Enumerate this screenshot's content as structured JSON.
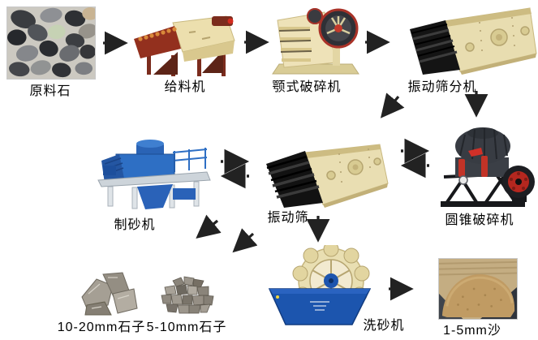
{
  "diagram": {
    "type": "process-flow",
    "subject": "sand and stone crushing production line",
    "background": "#ffffff",
    "nodes": [
      {
        "id": "raw-stone",
        "label": "原料石",
        "image": "pebble-pile-photo"
      },
      {
        "id": "feeder",
        "label": "给料机",
        "image": "vibrating-feeder-machine"
      },
      {
        "id": "jaw-crusher",
        "label": "颚式破碎机",
        "image": "jaw-crusher-machine"
      },
      {
        "id": "vibrating-screen-separator",
        "label": "振动筛分机",
        "image": "vibrating-screen-machine"
      },
      {
        "id": "sand-maker",
        "label": "制砂机",
        "image": "vsi-sand-making-machine"
      },
      {
        "id": "vibrating-screen",
        "label": "振动筛",
        "image": "vibrating-screen-machine"
      },
      {
        "id": "cone-crusher",
        "label": "圆锥破碎机",
        "image": "cone-crusher-machine"
      },
      {
        "id": "stone-10-20mm",
        "label": "10-20mm石子",
        "image": "large-gravel-photo"
      },
      {
        "id": "stone-5-10mm",
        "label": "5-10mm石子",
        "image": "small-gravel-photo"
      },
      {
        "id": "sand-washer",
        "label": "洗砂机",
        "image": "wheel-sand-washer-machine"
      },
      {
        "id": "sand-1-5mm",
        "label": "1-5mm沙",
        "image": "sand-pile-photo"
      }
    ],
    "edges": [
      {
        "from": "raw-stone",
        "to": "feeder",
        "style": "solid"
      },
      {
        "from": "feeder",
        "to": "jaw-crusher",
        "style": "solid"
      },
      {
        "from": "jaw-crusher",
        "to": "vibrating-screen-separator",
        "style": "solid"
      },
      {
        "from": "vibrating-screen-separator",
        "to": "cone-crusher",
        "style": "solid"
      },
      {
        "from": "vibrating-screen-separator",
        "to": "vibrating-screen",
        "style": "solid"
      },
      {
        "from": "sand-maker",
        "to": "vibrating-screen",
        "style": "threaded-bidirectional"
      },
      {
        "from": "vibrating-screen",
        "to": "cone-crusher",
        "style": "threaded-bidirectional"
      },
      {
        "from": "vibrating-screen",
        "to": "stone-10-20mm",
        "style": "solid"
      },
      {
        "from": "vibrating-screen",
        "to": "stone-5-10mm",
        "style": "solid"
      },
      {
        "from": "vibrating-screen",
        "to": "sand-washer",
        "style": "solid"
      },
      {
        "from": "sand-washer",
        "to": "sand-1-5mm",
        "style": "solid"
      }
    ],
    "colors": {
      "arrow": "#222222",
      "machine_beige": "#e8ddb0",
      "machine_blue": "#2b66bb",
      "machine_dark": "#3a3e45",
      "accent_red": "#c0392b",
      "label_text": "#000000"
    }
  }
}
